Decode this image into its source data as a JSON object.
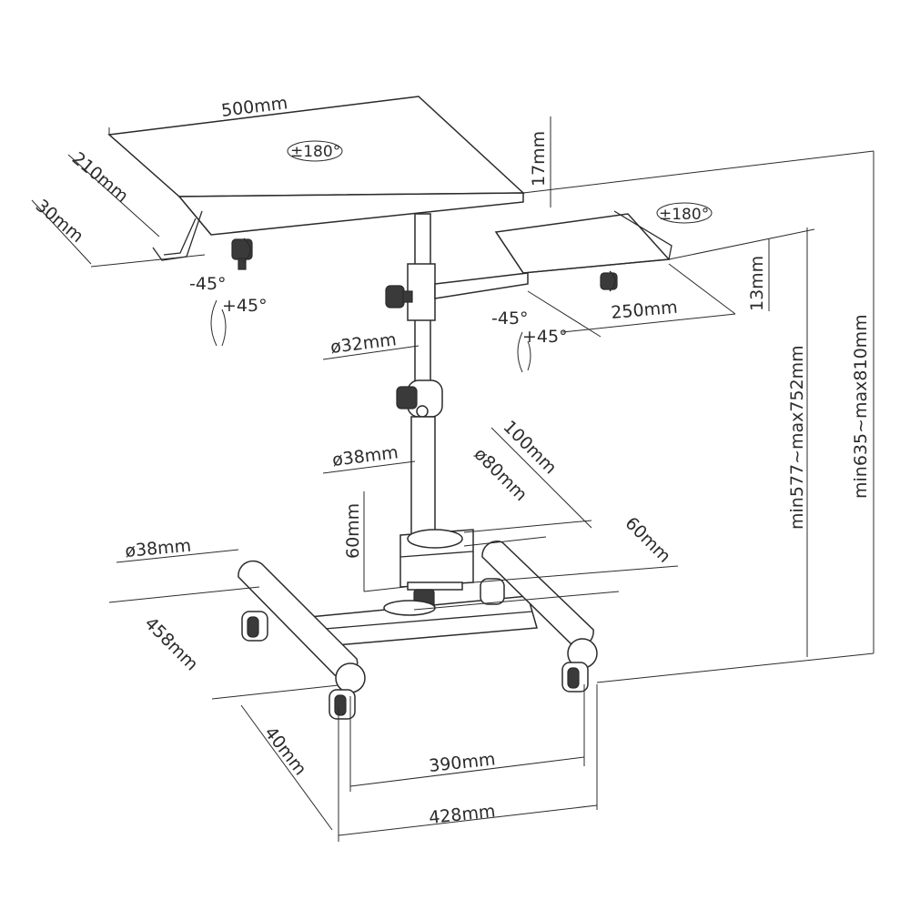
{
  "labels": {
    "top_tray_width": "500mm",
    "top_tray_depth": "210mm",
    "top_tray_lip": "30mm",
    "top_tray_rotation": "±180°",
    "top_tray_thickness": "17mm",
    "top_tilt_minus": "-45°",
    "top_tilt_plus": "+45°",
    "side_tray_rotation": "±180°",
    "side_tray_width": "250mm",
    "side_tray_thickness": "13mm",
    "side_tilt_minus": "-45°",
    "side_tilt_plus": "+45°",
    "upper_pole_diameter": "ø32mm",
    "lower_pole_diameter": "ø38mm",
    "clamp_inner_diameter": "ø80mm",
    "clamp_width": "100mm",
    "clamp_height": "60mm",
    "clamp_depth": "60mm",
    "base_tube_diameter": "ø38mm",
    "base_depth": "458mm",
    "base_height": "40mm",
    "inner_width": "390mm",
    "outer_width": "428mm",
    "height_side_tray": "min577~max752mm",
    "height_top_tray": "min635~max810mm"
  }
}
